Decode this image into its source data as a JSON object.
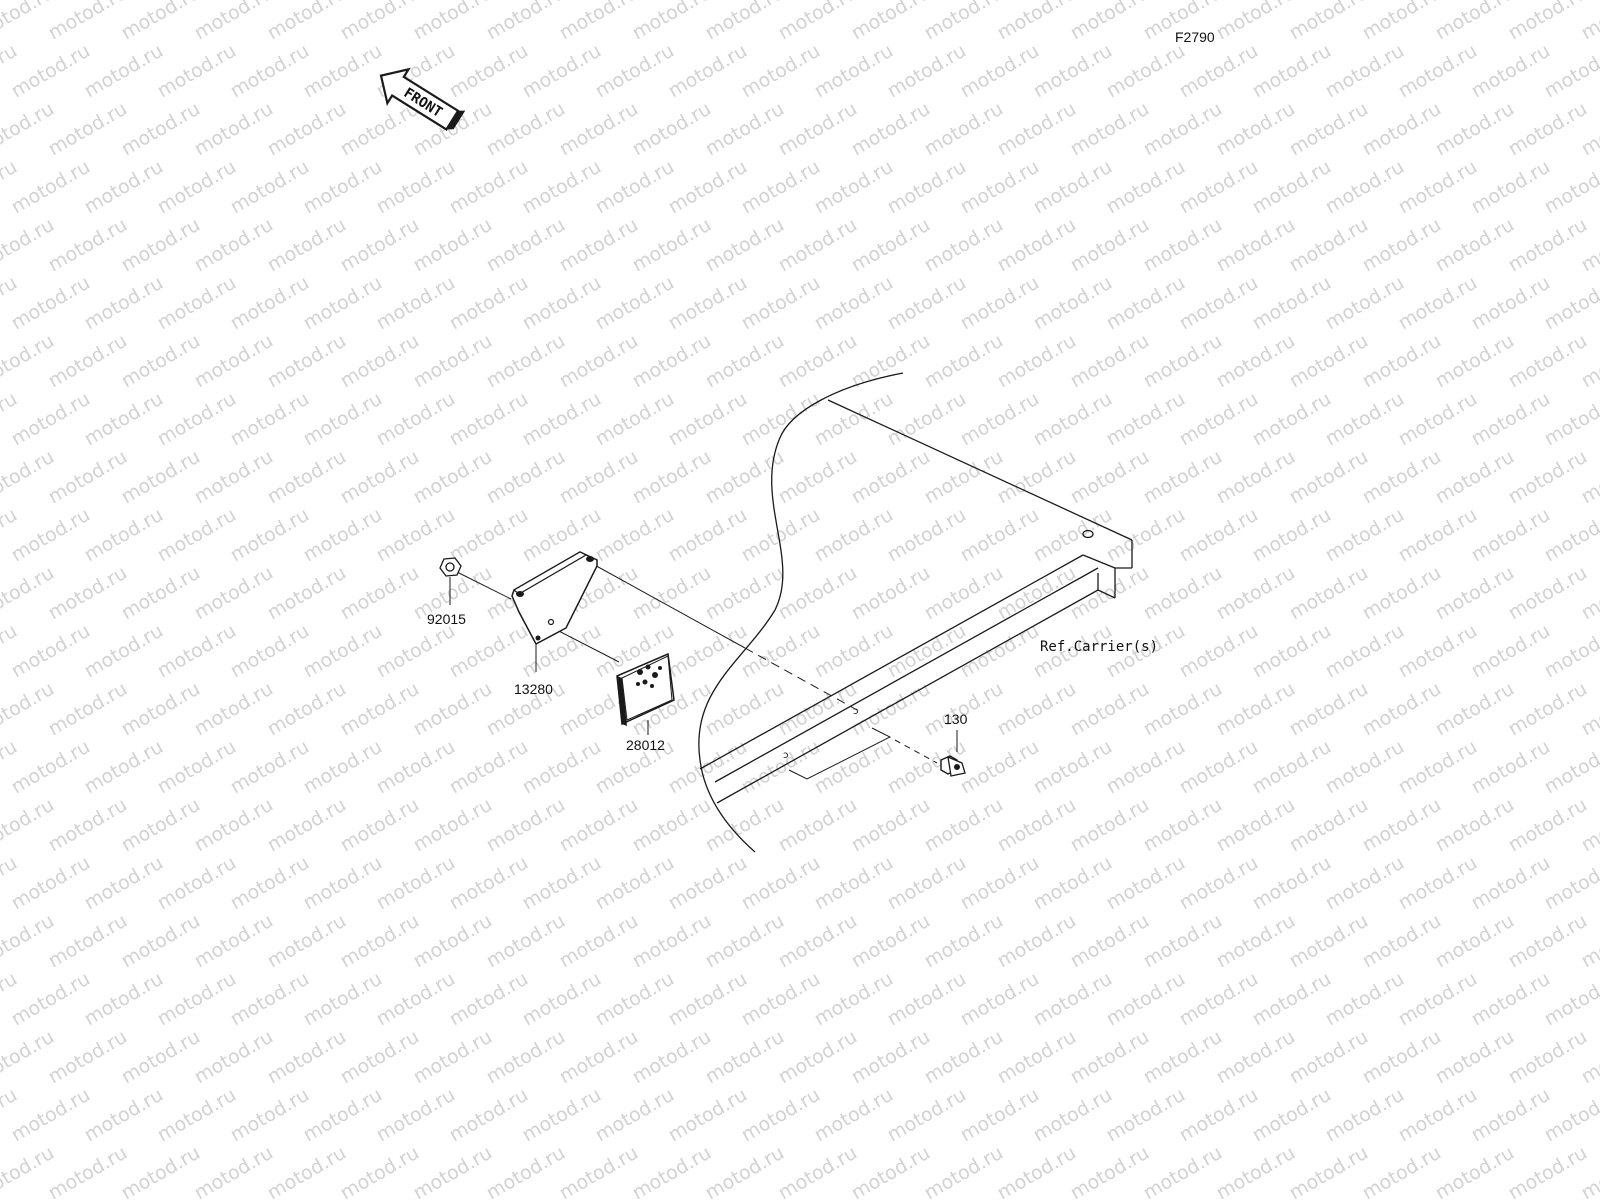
{
  "figure_code": "F2790",
  "front_arrow_label": "FRONT",
  "watermark_text": "motod.ru",
  "parts": [
    {
      "number": "92015",
      "name": "nut"
    },
    {
      "number": "13280",
      "name": "plate-bracket"
    },
    {
      "number": "28012",
      "name": "reflector"
    },
    {
      "number": "130",
      "name": "bolt"
    }
  ],
  "reference_label": "Ref.Carrier(s)",
  "colors": {
    "line": "#1a1a1a",
    "watermark": "#d2d2d2",
    "background": "#ffffff"
  }
}
